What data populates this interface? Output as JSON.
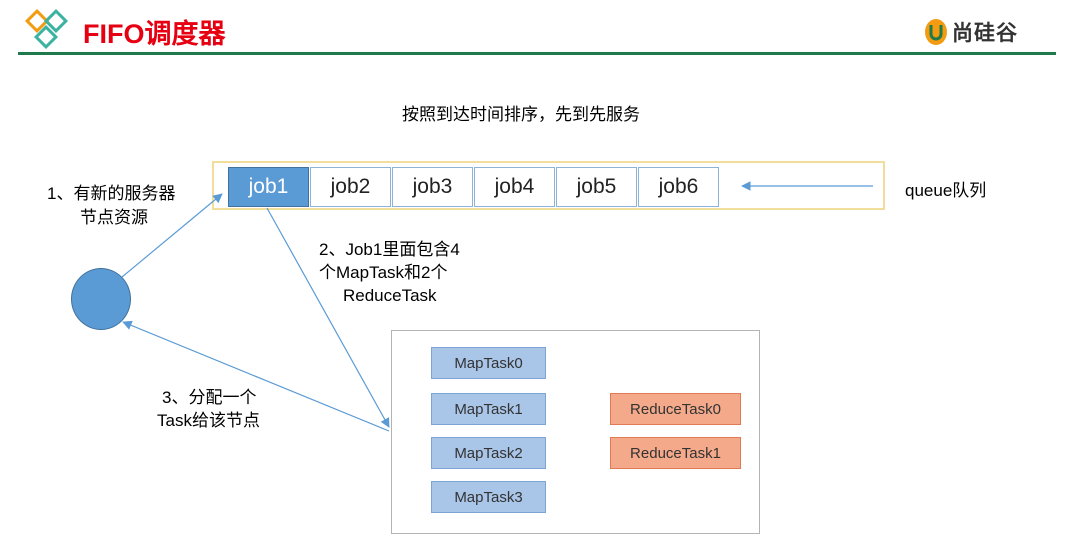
{
  "header": {
    "title": "FIFO调度器",
    "brand": "尚硅谷",
    "colors": {
      "title": "#e60012",
      "rule": "#1e7a4a",
      "logo_orange": "#f39c12",
      "logo_green": "#1e7a4a"
    }
  },
  "subtitle": "按照到达时间排序，先到先服务",
  "queue": {
    "jobs": [
      "job1",
      "job2",
      "job3",
      "job4",
      "job5",
      "job6"
    ],
    "active_job": "job1",
    "label": "queue队列"
  },
  "steps": {
    "step1": [
      "1、有新的服务器",
      "节点资源"
    ],
    "step2": [
      "2、Job1里面包含4",
      "个MapTask和2个",
      "ReduceTask"
    ],
    "step3": [
      "3、分配一个",
      "Task给该节点"
    ]
  },
  "tasks": {
    "map": [
      "MapTask0",
      "MapTask1",
      "MapTask2",
      "MapTask3"
    ],
    "reduce": [
      "ReduceTask0",
      "ReduceTask1"
    ]
  }
}
